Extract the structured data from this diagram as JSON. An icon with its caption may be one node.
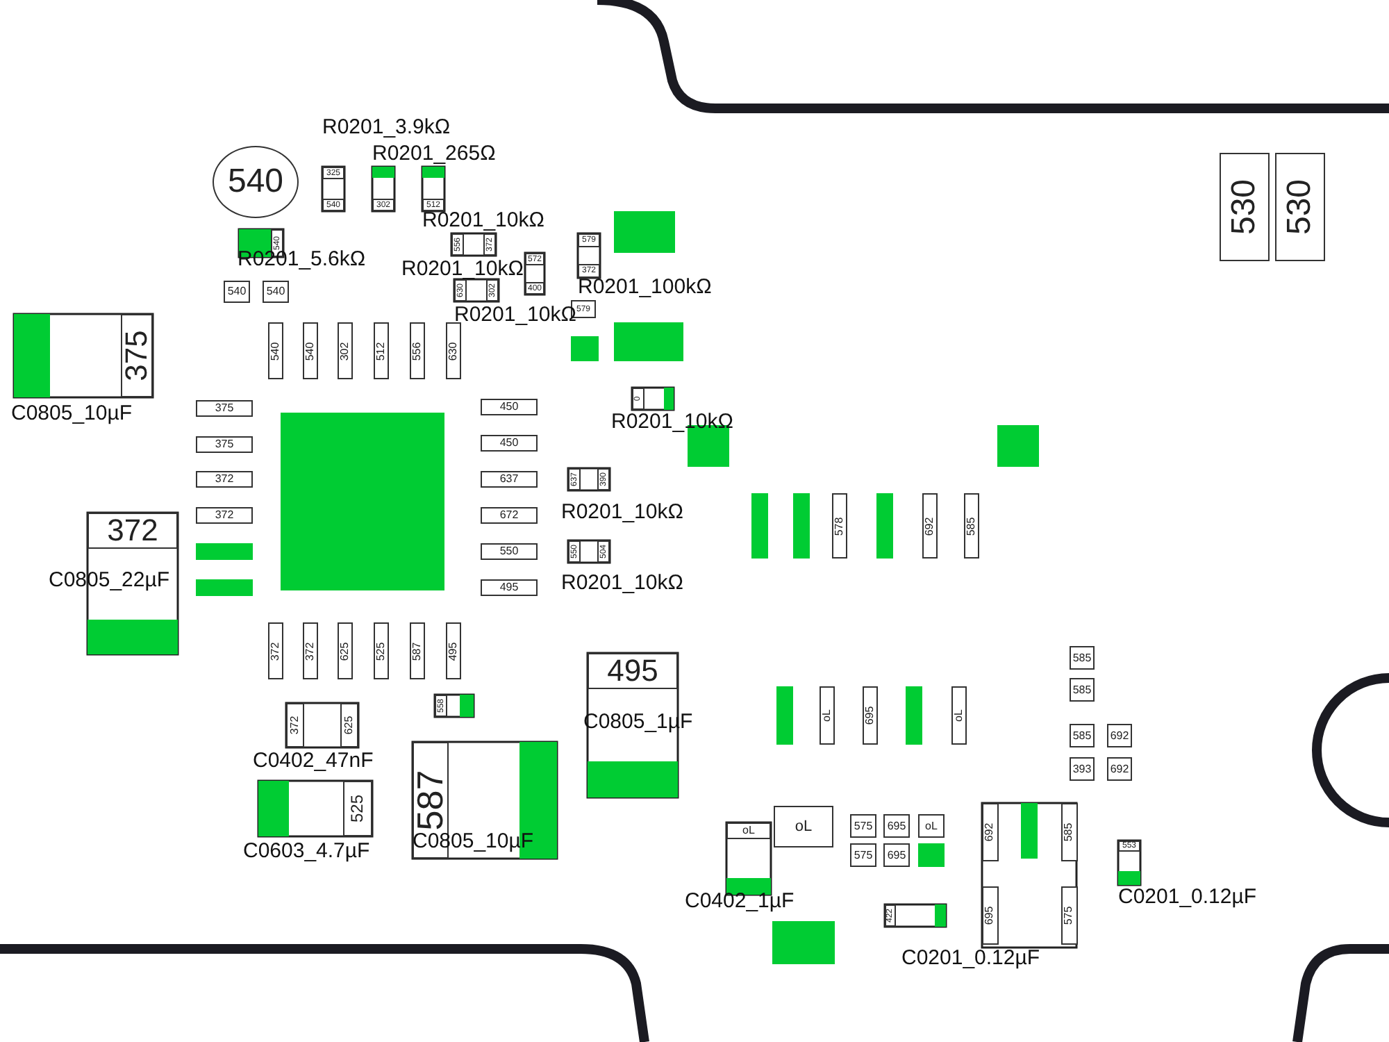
{
  "diagram": {
    "nodes": [
      {
        "text": [
          "540"
        ]
      },
      {
        "text": [
          "325"
        ]
      },
      {
        "text": [
          "540"
        ]
      },
      {
        "text": [
          "302"
        ]
      },
      {
        "text": [
          "512"
        ]
      },
      {
        "text": [
          "540"
        ]
      },
      {
        "text": [
          "540"
        ]
      },
      {
        "text": [
          "540"
        ]
      },
      {
        "text": [
          "556"
        ]
      },
      {
        "text": [
          "372"
        ]
      },
      {
        "text": [
          "579"
        ]
      },
      {
        "text": [
          "572"
        ]
      },
      {
        "text": [
          "400"
        ]
      },
      {
        "text": [
          "372"
        ]
      },
      {
        "text": [
          "630"
        ]
      },
      {
        "text": [
          "302"
        ]
      },
      {
        "text": [
          "579"
        ]
      },
      {
        "text": [
          "540"
        ]
      },
      {
        "text": [
          "540"
        ]
      },
      {
        "text": [
          "302"
        ]
      },
      {
        "text": [
          "512"
        ]
      },
      {
        "text": [
          "556"
        ]
      },
      {
        "text": [
          "630"
        ]
      },
      {
        "text": [
          "375"
        ]
      },
      {
        "text": [
          "375"
        ]
      },
      {
        "text": [
          "372"
        ]
      },
      {
        "text": [
          "372"
        ]
      },
      {
        "text": [
          "450"
        ]
      },
      {
        "text": [
          "450"
        ]
      },
      {
        "text": [
          "637"
        ]
      },
      {
        "text": [
          "672"
        ]
      },
      {
        "text": [
          "550"
        ]
      },
      {
        "text": [
          "495"
        ]
      },
      {
        "text": [
          "375"
        ]
      },
      {
        "text": [
          "372"
        ]
      },
      {
        "text": [
          "0"
        ]
      },
      {
        "text": [
          "637"
        ]
      },
      {
        "text": [
          "390"
        ]
      },
      {
        "text": [
          "550"
        ]
      },
      {
        "text": [
          "504"
        ]
      },
      {
        "text": [
          "578"
        ]
      },
      {
        "text": [
          "692"
        ]
      },
      {
        "text": [
          "585"
        ]
      },
      {
        "text": [
          "372"
        ]
      },
      {
        "text": [
          "372"
        ]
      },
      {
        "text": [
          "625"
        ]
      },
      {
        "text": [
          "525"
        ]
      },
      {
        "text": [
          "587"
        ]
      },
      {
        "text": [
          "495"
        ]
      },
      {
        "text": [
          "558"
        ]
      },
      {
        "text": [
          "372"
        ]
      },
      {
        "text": [
          "625"
        ]
      },
      {
        "text": [
          "495"
        ]
      },
      {
        "text": [
          "oL"
        ]
      },
      {
        "text": [
          "695"
        ]
      },
      {
        "text": [
          "oL"
        ]
      },
      {
        "text": [
          "525"
        ]
      },
      {
        "text": [
          "587"
        ]
      },
      {
        "text": [
          "585"
        ]
      },
      {
        "text": [
          "585"
        ]
      },
      {
        "text": [
          "585"
        ]
      },
      {
        "text": [
          "692"
        ]
      },
      {
        "text": [
          "393"
        ]
      },
      {
        "text": [
          "692"
        ]
      },
      {
        "text": [
          "oL"
        ]
      },
      {
        "text": [
          "oL"
        ]
      },
      {
        "text": [
          "575"
        ]
      },
      {
        "text": [
          "695"
        ]
      },
      {
        "text": [
          "oL"
        ]
      },
      {
        "text": [
          "575"
        ]
      },
      {
        "text": [
          "695"
        ]
      },
      {
        "text": [
          "692"
        ]
      },
      {
        "text": [
          "585"
        ]
      },
      {
        "text": [
          "695"
        ]
      },
      {
        "text": [
          "575"
        ]
      },
      {
        "text": [
          "553"
        ]
      },
      {
        "text": [
          "422"
        ]
      },
      {
        "text": [
          "530"
        ]
      },
      {
        "text": [
          "530"
        ]
      }
    ],
    "labels": [
      "R0201_3.9kΩ",
      "R0201_265Ω",
      "R0201_10kΩ",
      "R0201_5.6kΩ",
      "R0201_10kΩ",
      "R0201_100kΩ",
      "R0201_10kΩ",
      "C0805_10µF",
      "R0201_10kΩ",
      "R0201_10kΩ",
      "C0805_22µF",
      "R0201_10kΩ",
      "C0805_1µF",
      "C0402_47nF",
      "C0805_10µF",
      "C0603_4.7µF",
      "C0402_1µF",
      "C0201_0.12µF",
      "C0201_0.12µF"
    ]
  }
}
